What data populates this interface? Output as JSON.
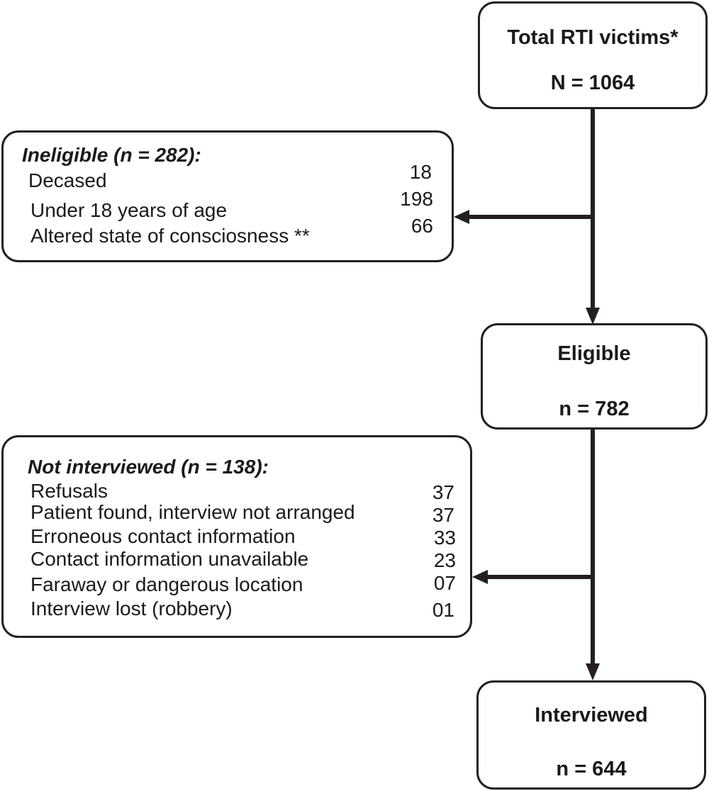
{
  "total": {
    "title": "Total RTI victims*",
    "count": "N = 1064"
  },
  "ineligible": {
    "heading": "Ineligible (n = 282):",
    "items": [
      {
        "label": "Decased",
        "value": "18"
      },
      {
        "label": "Under 18 years of age",
        "value": "198"
      },
      {
        "label": "Altered state of consciosness **",
        "value": "66"
      }
    ]
  },
  "eligible": {
    "title": "Eligible",
    "count": "n = 782"
  },
  "not_interviewed": {
    "heading": "Not interviewed (n = 138):",
    "items": [
      {
        "label": "Refusals",
        "value": "37"
      },
      {
        "label": "Patient found, interview not arranged",
        "value": "37"
      },
      {
        "label": "Erroneous contact information",
        "value": "33"
      },
      {
        "label": "Contact information unavailable",
        "value": "23"
      },
      {
        "label": "Faraway or dangerous location",
        "value": "07"
      },
      {
        "label": "Interview lost (robbery)",
        "value": "01"
      }
    ]
  },
  "interviewed": {
    "title": "Interviewed",
    "count": "n = 644"
  },
  "colors": {
    "stroke": "#231f20",
    "background": "#ffffff"
  }
}
